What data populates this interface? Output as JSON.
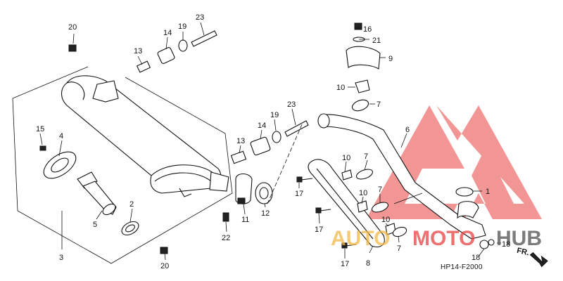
{
  "diagram": {
    "drawing_code": "HP14-F2000",
    "direction_label": "FR.",
    "callouts": {
      "c1": "1",
      "c2": "2",
      "c3": "3",
      "c4": "4",
      "c5": "5",
      "c6": "6",
      "c7a": "7",
      "c7b": "7",
      "c7c": "7",
      "c7d": "7",
      "c8": "8",
      "c9": "9",
      "c10a": "10",
      "c10b": "10",
      "c10c": "10",
      "c10d": "10",
      "c11": "11",
      "c12": "12",
      "c13a": "13",
      "c13b": "13",
      "c14a": "14",
      "c14b": "14",
      "c15": "15",
      "c16": "16",
      "c17a": "17",
      "c17b": "17",
      "c17c": "17",
      "c18a": "18",
      "c18b": "18",
      "c19a": "19",
      "c19b": "19",
      "c20a": "20",
      "c20b": "20",
      "c21": "21",
      "c22": "22",
      "c23a": "23",
      "c23b": "23"
    }
  },
  "watermark": {
    "part1": "AUTO",
    "part2": "MOTO",
    "part3": "HUB",
    "color_red": "#e84040",
    "color_yellow": "#f2b84a",
    "color_dark": "#5a5a5a"
  }
}
